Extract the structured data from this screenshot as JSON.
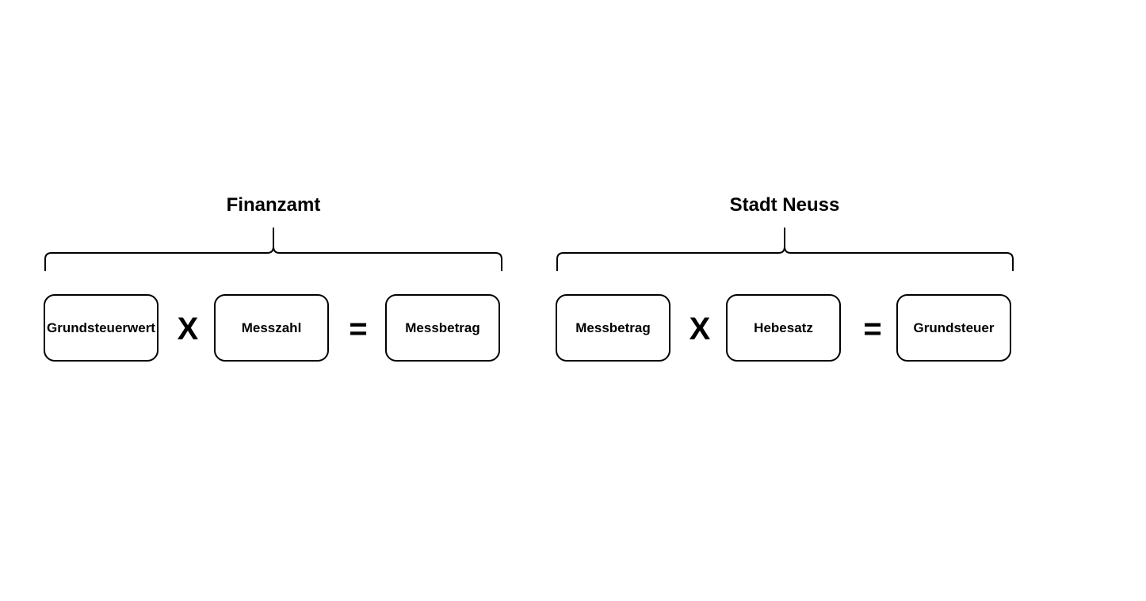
{
  "groups": [
    {
      "title": "Finanzamt",
      "terms": [
        "Grundsteuerwert",
        "Messzahl",
        "Messbetrag"
      ],
      "operators": [
        "X",
        "="
      ]
    },
    {
      "title": "Stadt Neuss",
      "terms": [
        "Messbetrag",
        "Hebesatz",
        "Grundsteuer"
      ],
      "operators": [
        "X",
        "="
      ]
    }
  ]
}
